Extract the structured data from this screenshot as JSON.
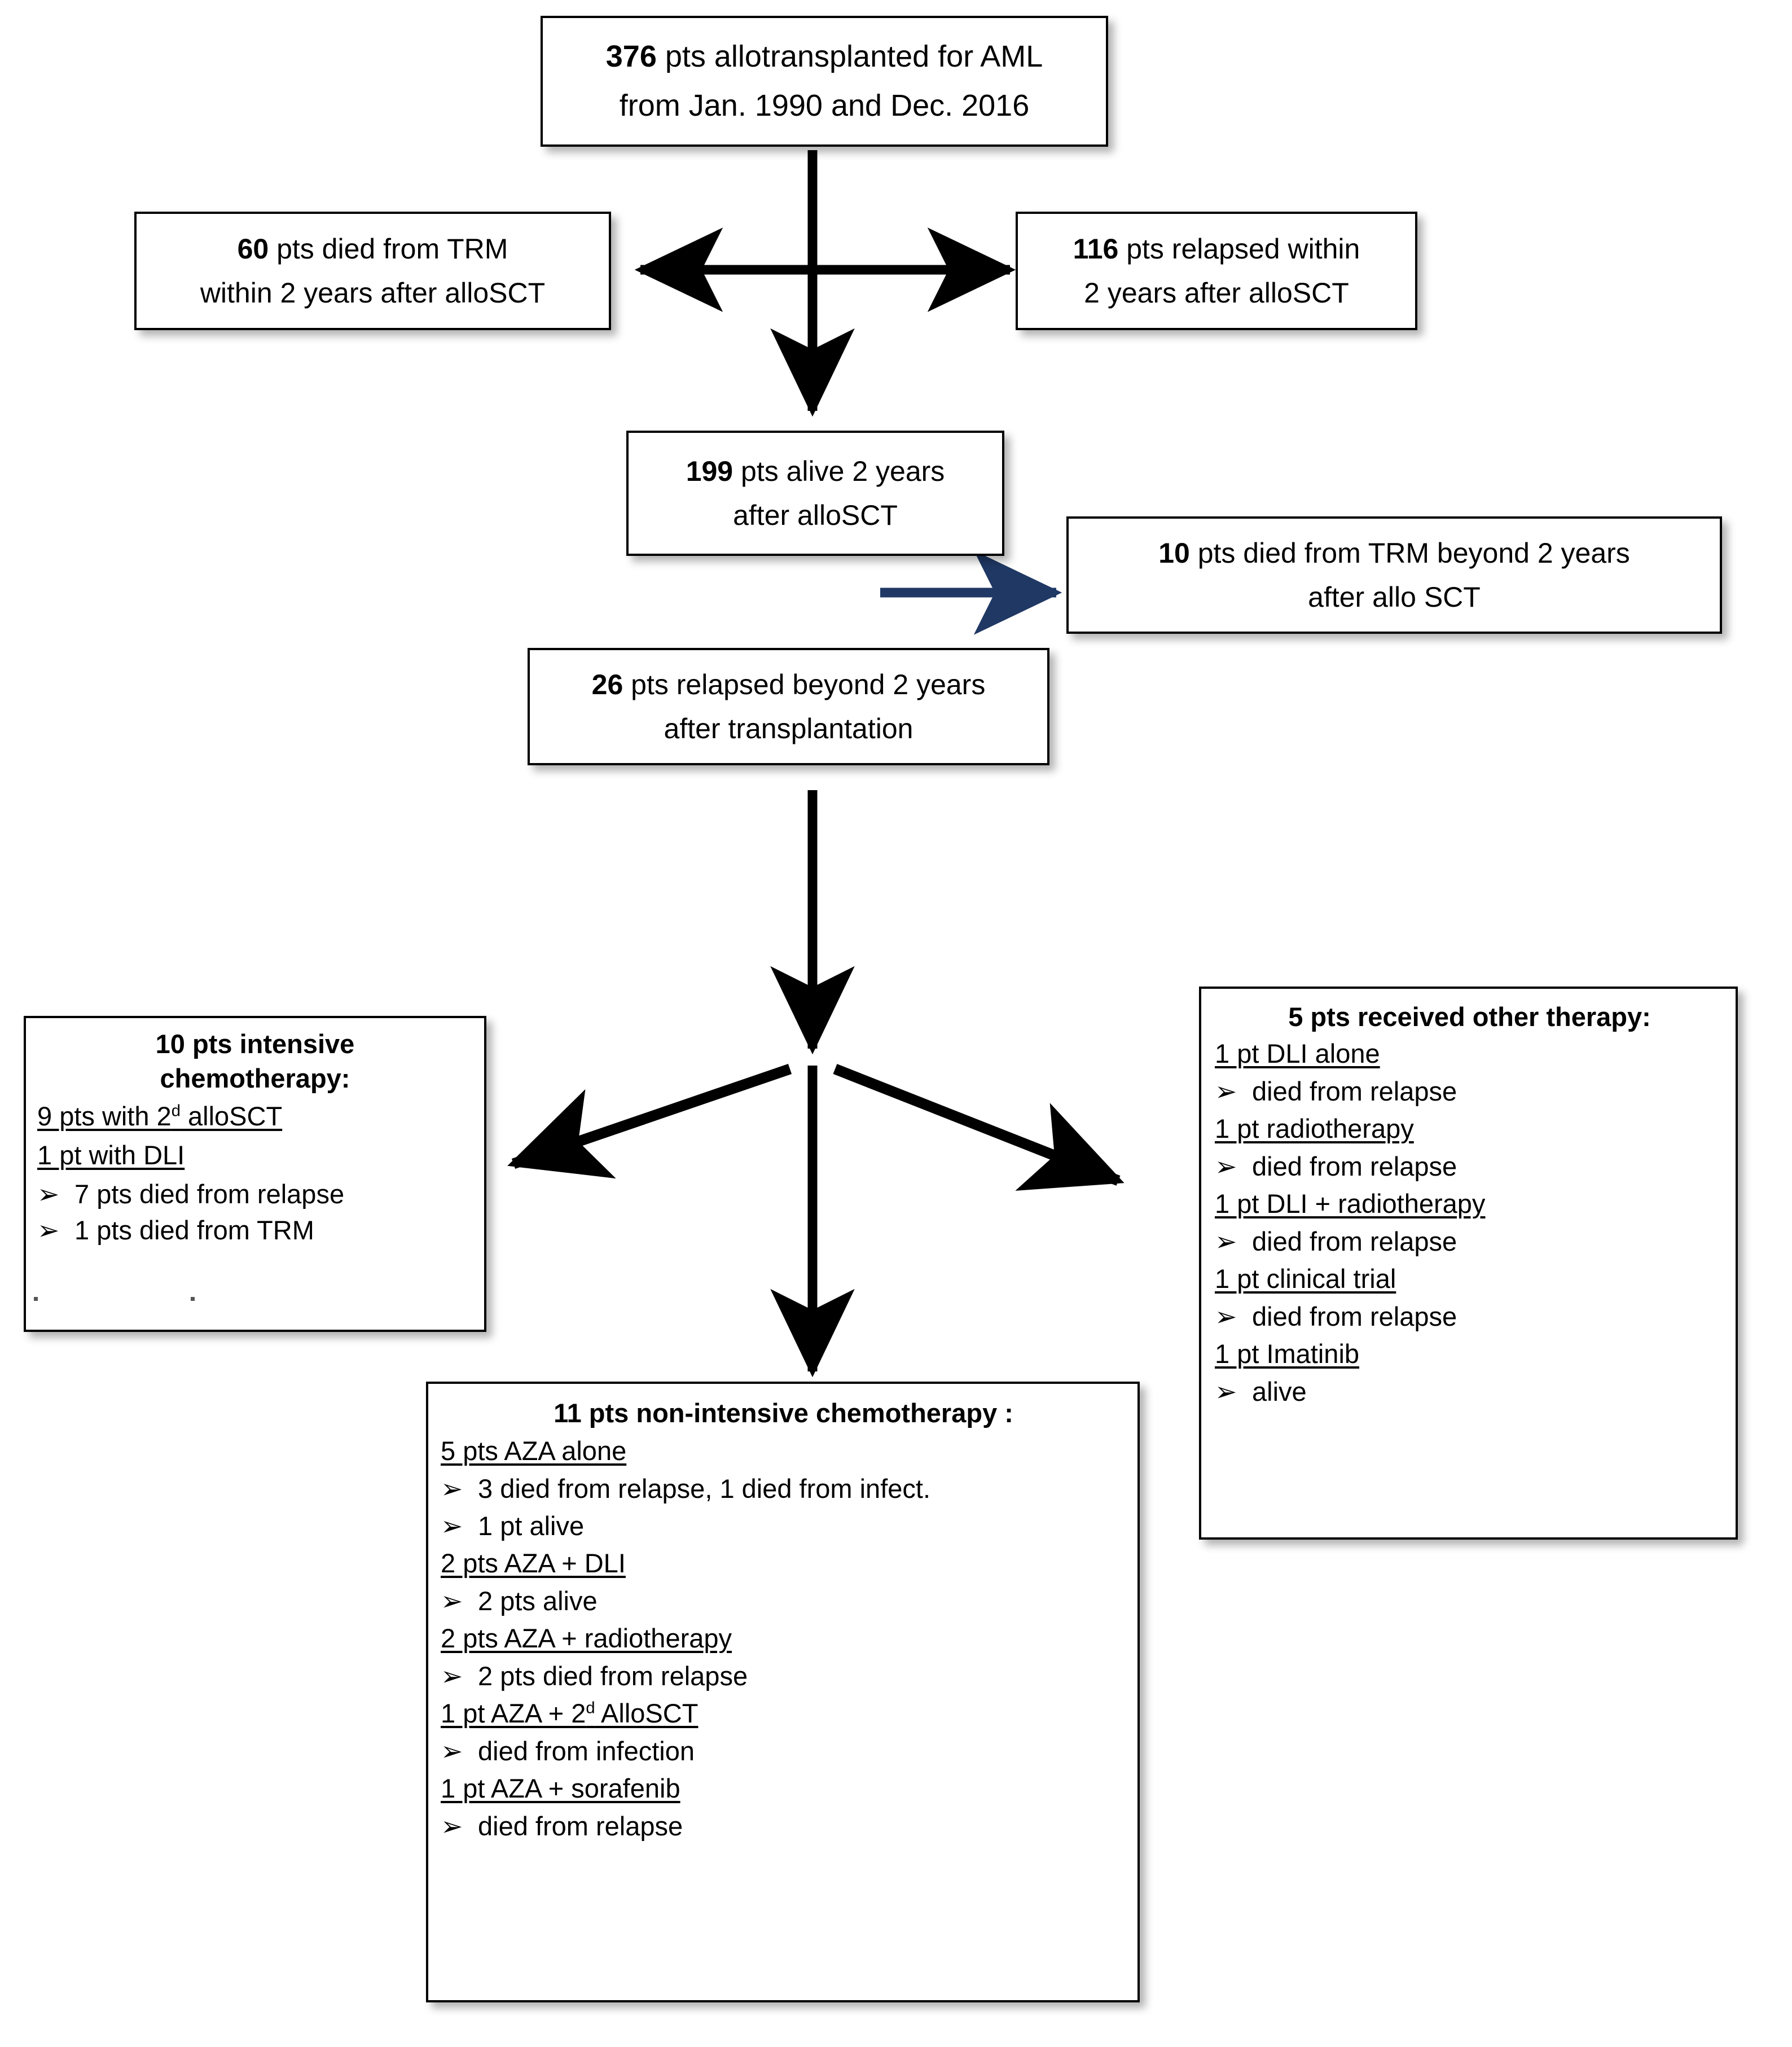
{
  "diagram": {
    "title": "AML allotransplant relapse flow chart",
    "arrow_color_black": "#000000",
    "arrow_color_blue": "#1F3864",
    "bullet_glyph": "➢"
  },
  "box_total": {
    "line1_count": "376",
    "line1_rest": " pts allotransplanted  for AML",
    "line2": "from Jan. 1990 and Dec. 2016"
  },
  "box_trm_2y": {
    "line1_count": "60",
    "line1_rest": " pts died from TRM",
    "line2": "within 2 years after alloSCT"
  },
  "box_relapse_2y": {
    "line1_count": "116",
    "line1_rest": " pts relapsed within",
    "line2": "2 years after alloSCT"
  },
  "box_alive_2y": {
    "line1_count": "199",
    "line1_rest": " pts alive 2 years",
    "line2": "after alloSCT"
  },
  "box_trm_beyond": {
    "line1_count": "10",
    "line1_rest": " pts died from TRM beyond 2 years",
    "line2": "after allo SCT"
  },
  "box_relapse_beyond": {
    "line1_count": "26",
    "line1_rest": " pts relapsed beyond  2 years",
    "line2": "after transplantation"
  },
  "box_intensive": {
    "header_count": "10",
    "header_line1_rest": " pts intensive",
    "header_line2": "chemotherapy:",
    "items": [
      {
        "type": "sub",
        "text": "9 pts with 2",
        "sup": "d",
        "text_after": " alloSCT"
      },
      {
        "type": "sub",
        "text": "1 pt with DLI"
      },
      {
        "type": "bullet",
        "text": "7 pts died from relapse"
      },
      {
        "type": "bullet",
        "text": "1 pts died from TRM"
      }
    ]
  },
  "box_nonintensive": {
    "header_count": "11",
    "header_rest": " pts non-intensive chemotherapy :",
    "items": [
      {
        "type": "sub",
        "text": "5 pts AZA alone"
      },
      {
        "type": "bullet",
        "text": "3 died from relapse, 1 died from infect."
      },
      {
        "type": "bullet",
        "text": "1 pt alive"
      },
      {
        "type": "sub",
        "text": "2 pts AZA + DLI"
      },
      {
        "type": "bullet",
        "text": "2 pts alive"
      },
      {
        "type": "sub",
        "text": "2 pts AZA + radiotherapy"
      },
      {
        "type": "bullet",
        "text": "2 pts died from relapse"
      },
      {
        "type": "sub",
        "text": "1 pt AZA + 2",
        "sup": "d",
        "text_after": " AlloSCT"
      },
      {
        "type": "bullet",
        "text": "died from infection"
      },
      {
        "type": "sub",
        "text": "1 pt AZA + sorafenib"
      },
      {
        "type": "bullet",
        "text": "died from relapse"
      }
    ]
  },
  "box_other": {
    "header_count": "5",
    "header_rest": " pts received other therapy:",
    "items": [
      {
        "type": "sub",
        "text": "1 pt DLI alone"
      },
      {
        "type": "bullet",
        "text": "died from relapse"
      },
      {
        "type": "sub",
        "text": "1 pt radiotherapy"
      },
      {
        "type": "bullet",
        "text": "died from relapse"
      },
      {
        "type": "sub",
        "text": "1 pt DLI + radiotherapy"
      },
      {
        "type": "bullet",
        "text": "died from relapse"
      },
      {
        "type": "sub",
        "text": "1 pt clinical trial"
      },
      {
        "type": "bullet",
        "text": "died from relapse"
      },
      {
        "type": "sub",
        "text": "1 pt Imatinib"
      },
      {
        "type": "bullet",
        "text": "alive"
      }
    ]
  }
}
